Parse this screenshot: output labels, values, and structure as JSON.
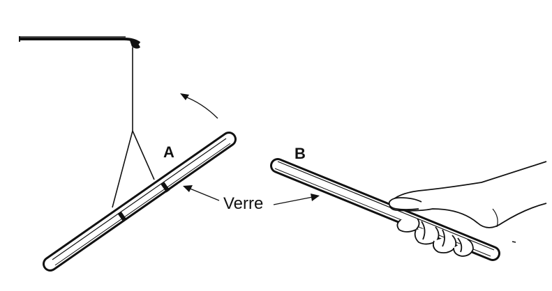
{
  "labels": {
    "rod_a": "A",
    "rod_b": "B",
    "material": "Verre"
  },
  "colors": {
    "ink": "#111111",
    "paper": "#ffffff"
  }
}
